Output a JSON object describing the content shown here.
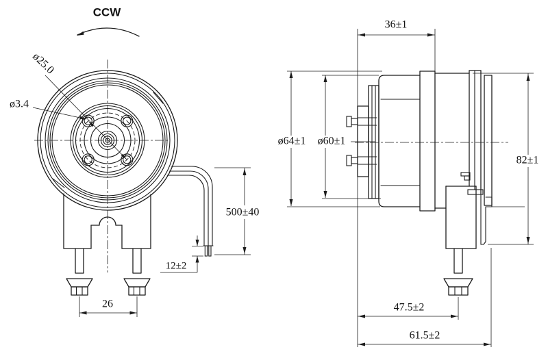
{
  "drawing": {
    "colors": {
      "line": "#1c1c1c",
      "background": "#ffffff"
    },
    "labels": {
      "rotation": "CCW",
      "bolt_circle_diameter": "ø25.0",
      "mount_hole_diameter": "ø3.4",
      "lead_wire_length": "500±40",
      "wire_strip_length": "12±2",
      "terminal_pin_spacing": "26",
      "front_housing_depth": "36±1",
      "body_diameter": "ø64±1",
      "housing_diameter": "ø60±1",
      "overall_height": "82±1",
      "mount_foot_offset": "47.5±2",
      "overall_depth": "61.5±2"
    }
  }
}
